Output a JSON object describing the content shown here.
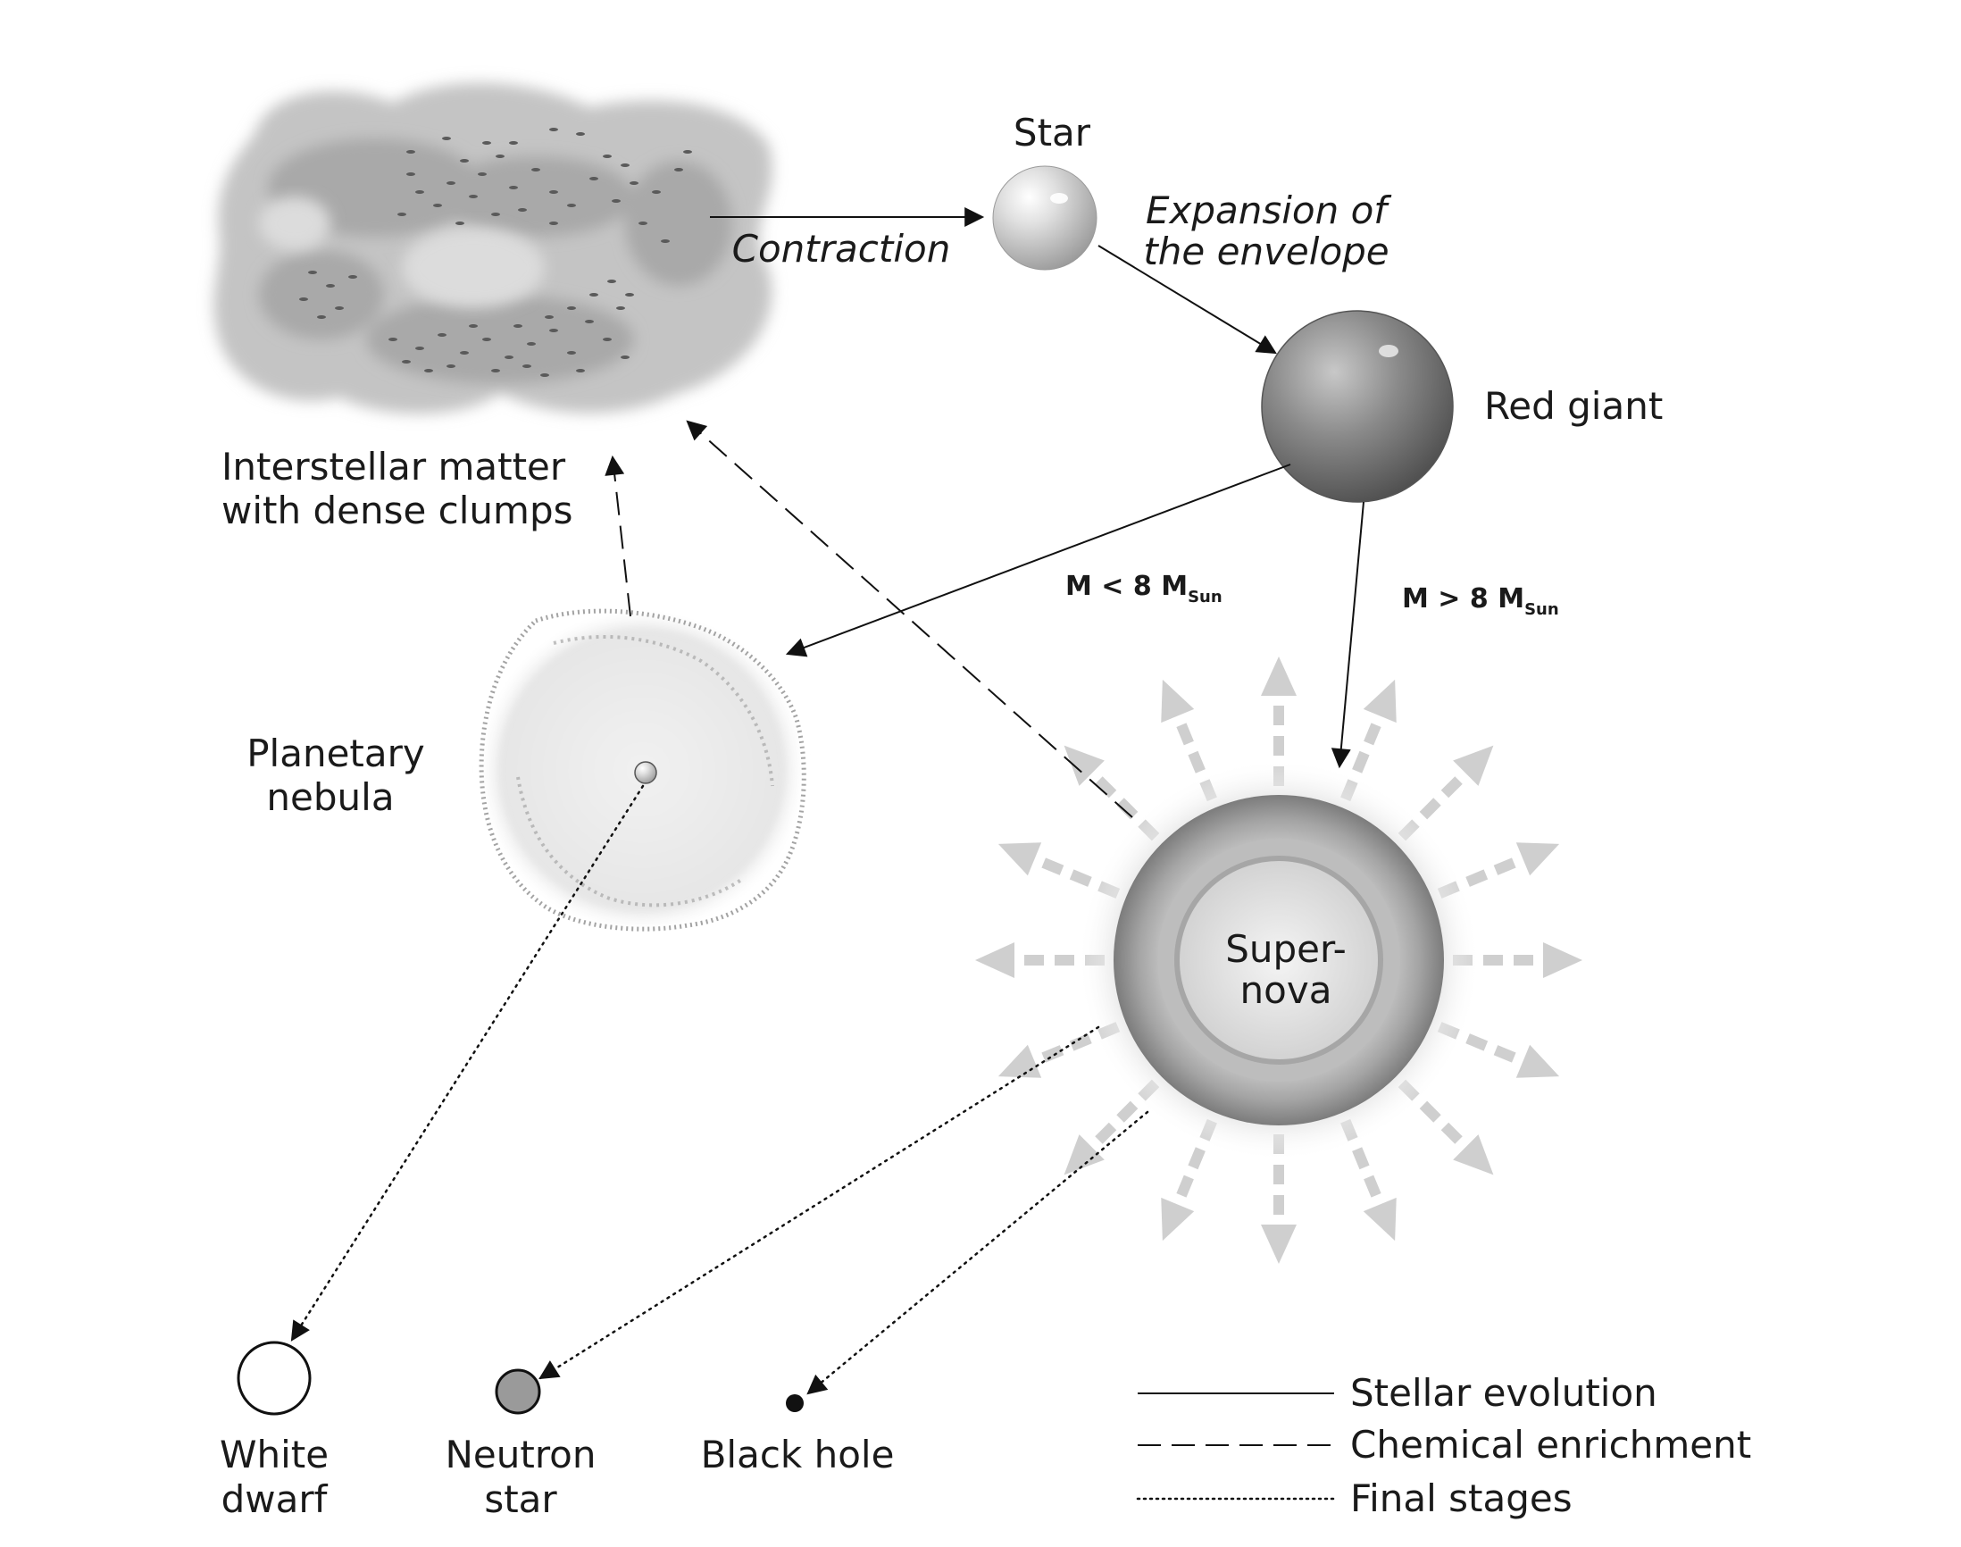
{
  "nodes": {
    "interstellar": {
      "line1": "Interstellar matter",
      "line2": "with dense clumps"
    },
    "star": "Star",
    "red_giant": "Red giant",
    "planetary_nebula": {
      "line1": "Planetary",
      "line2": "nebula"
    },
    "supernova": {
      "line1": "Super-",
      "line2": "nova"
    },
    "white_dwarf": {
      "line1": "White",
      "line2": "dwarf"
    },
    "neutron_star": {
      "line1": "Neutron",
      "line2": "star"
    },
    "black_hole": "Black hole"
  },
  "edges": {
    "contraction": "Contraction",
    "expansion": {
      "line1": "Expansion of",
      "line2": "the envelope"
    },
    "low_mass": {
      "prefix": "M < 8 M",
      "sub": "Sun"
    },
    "high_mass": {
      "prefix": "M > 8 M",
      "sub": "Sun"
    }
  },
  "legend": {
    "solid": "Stellar evolution",
    "dashed": "Chemical enrichment",
    "dotted": "Final stages"
  }
}
